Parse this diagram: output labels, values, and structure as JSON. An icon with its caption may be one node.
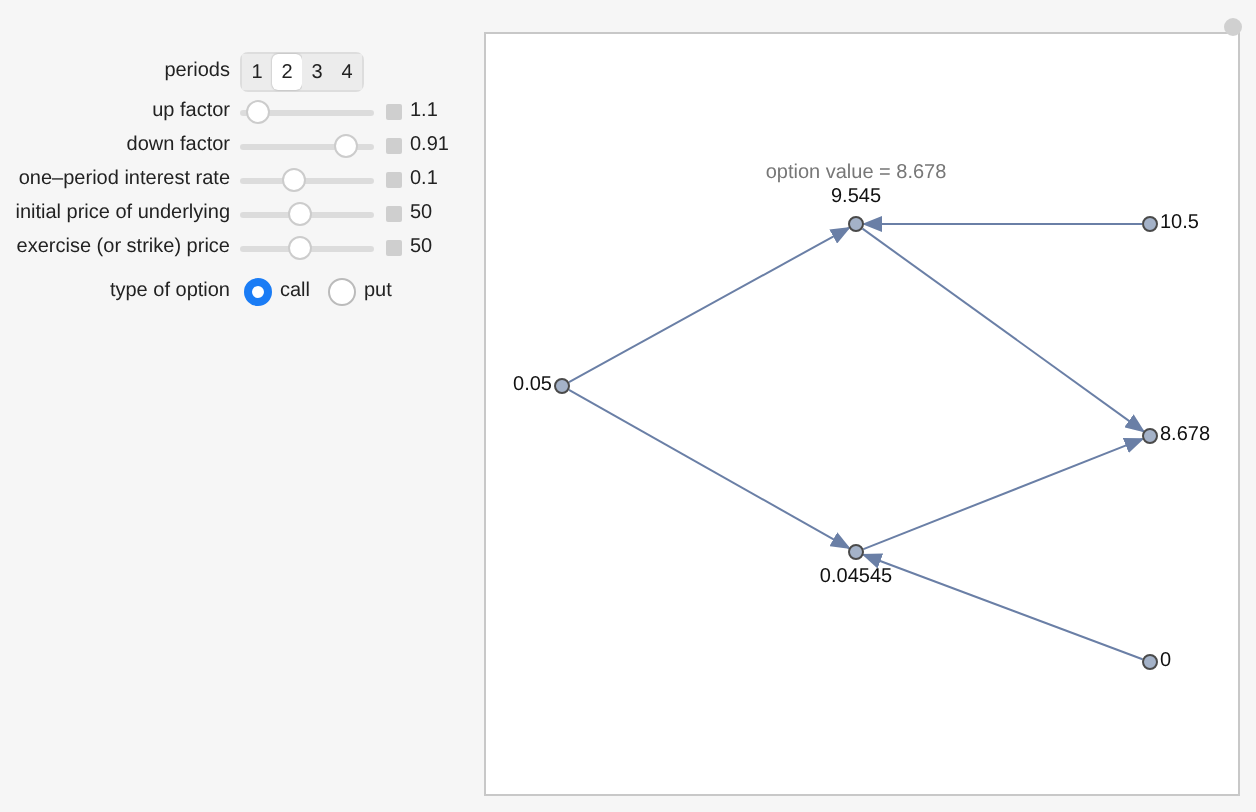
{
  "diagram": {
    "nodes": [
      {
        "text": [],
        "shape": "circle",
        "beside": [
          "0.05"
        ]
      },
      {
        "text": [],
        "shape": "circle",
        "beside": [
          "9.545"
        ]
      },
      {
        "text": [],
        "shape": "circle",
        "beside": [
          "10.5"
        ]
      },
      {
        "text": [],
        "shape": "circle",
        "beside": [
          "8.678"
        ]
      },
      {
        "text": [],
        "shape": "circle",
        "beside": [
          "0.04545"
        ]
      },
      {
        "text": [],
        "shape": "circle",
        "beside": [
          "0"
        ]
      }
    ],
    "edges": [
      {
        "from": 0,
        "to": 1,
        "arrow": "to"
      },
      {
        "from": 0,
        "to": 4,
        "arrow": "to"
      },
      {
        "from": 2,
        "to": 1,
        "arrow": "to"
      },
      {
        "from": 1,
        "to": 3,
        "arrow": "to"
      },
      {
        "from": 4,
        "to": 3,
        "arrow": "to"
      },
      {
        "from": 5,
        "to": 4,
        "arrow": "to"
      }
    ],
    "labels": [
      "periods",
      "1",
      "2",
      "3",
      "4",
      "up factor",
      "1.1",
      "down factor",
      "0.91",
      "one–period interest rate",
      "0.1",
      "initial price of underlying",
      "50",
      "exercise (or strike) price",
      "50",
      "type of option",
      "call",
      "put",
      "option value = 8.678"
    ]
  }
}
